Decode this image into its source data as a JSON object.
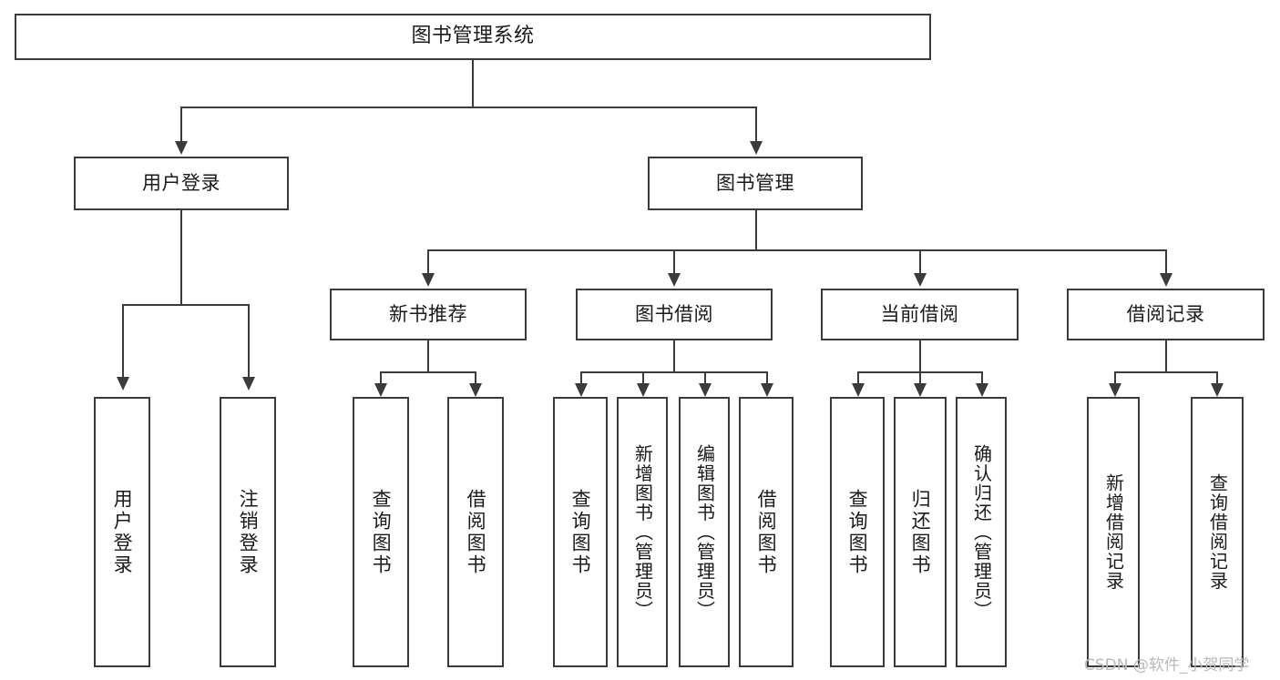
{
  "diagram": {
    "title": "图书管理系统",
    "type": "tree-hierarchy-chart",
    "colors": {
      "stroke": "#3b3b3b",
      "fill": "#ffffff",
      "text": "#1a1a1a",
      "watermark": "#b9b9b9"
    },
    "root": {
      "label": "图书管理系统"
    },
    "level2": [
      {
        "label": "用户登录"
      },
      {
        "label": "图书管理"
      }
    ],
    "level3": [
      {
        "label": "新书推荐"
      },
      {
        "label": "图书借阅"
      },
      {
        "label": "当前借阅"
      },
      {
        "label": "借阅记录"
      }
    ],
    "leaves": {
      "user_login": [
        {
          "label": "用户登录"
        },
        {
          "label": "注销登录"
        }
      ],
      "new_book_recommend": [
        {
          "label": "查询图书"
        },
        {
          "label": "借阅图书"
        }
      ],
      "book_borrow": [
        {
          "label": "查询图书"
        },
        {
          "label": "新增图书（管理员）"
        },
        {
          "label": "编辑图书（管理员）"
        },
        {
          "label": "借阅图书"
        }
      ],
      "current_borrow": [
        {
          "label": "查询图书"
        },
        {
          "label": "归还图书"
        },
        {
          "label": "确认归还（管理员）"
        }
      ],
      "borrow_record": [
        {
          "label": "新增借阅记录"
        },
        {
          "label": "查询借阅记录"
        }
      ]
    }
  },
  "watermark": {
    "text": "CSDN @软件_小贺同学"
  }
}
